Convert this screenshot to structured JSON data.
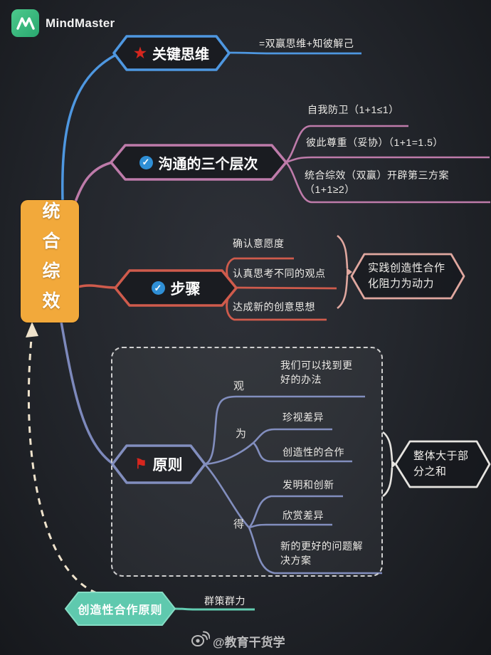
{
  "app": {
    "name": "MindMaster"
  },
  "colors": {
    "background": "#23262c",
    "central_fill": "#F2A93B",
    "branch_key_blue": "#4E97E0",
    "branch_comm_pink": "#BE7BAA",
    "branch_steps_red": "#CF5B4C",
    "branch_principle_slate": "#7D89BC",
    "summary_salmon": "#E0A79F",
    "summary_white": "#E6E4E0",
    "floating_green": "#5FC9AE",
    "dashed_arrow_cream": "#EFE3CC",
    "icon_red": "#D6261E",
    "icon_check_blue": "#2F8FD6"
  },
  "central_topic": {
    "title": "统合综效"
  },
  "branch_key_thinking": {
    "title": "关键思维",
    "icon": "red-star",
    "note": "=双赢思维+知彼解己"
  },
  "branch_communication": {
    "title": "沟通的三个层次",
    "icon": "blue-check",
    "children": [
      "自我防卫（1+1≤1）",
      "彼此尊重（妥协）（1+1=1.5）",
      "统合综效（双赢）开辟第三方案（1+1≥2）"
    ]
  },
  "branch_steps": {
    "title": "步骤",
    "icon": "blue-check",
    "children": [
      "确认意愿度",
      "认真思考不同的观点",
      "达成新的创意思想"
    ],
    "summary": "实践创造性合作化阻力为动力"
  },
  "branch_principles": {
    "title": "原则",
    "icon": "red-flag",
    "subtopics": [
      {
        "label": "观",
        "children": [
          "我们可以找到更好的办法"
        ]
      },
      {
        "label": "为",
        "children": [
          "珍视差异",
          "创造性的合作"
        ]
      },
      {
        "label": "得",
        "children": [
          "发明和创新",
          "欣赏差异",
          "新的更好的问题解决方案"
        ]
      }
    ],
    "summary": "整体大于部分之和"
  },
  "floating_topic": {
    "title": "创造性合作原则",
    "child": "群策群力"
  },
  "watermark": {
    "icon": "weibo-icon",
    "text": "@教育干货学"
  }
}
